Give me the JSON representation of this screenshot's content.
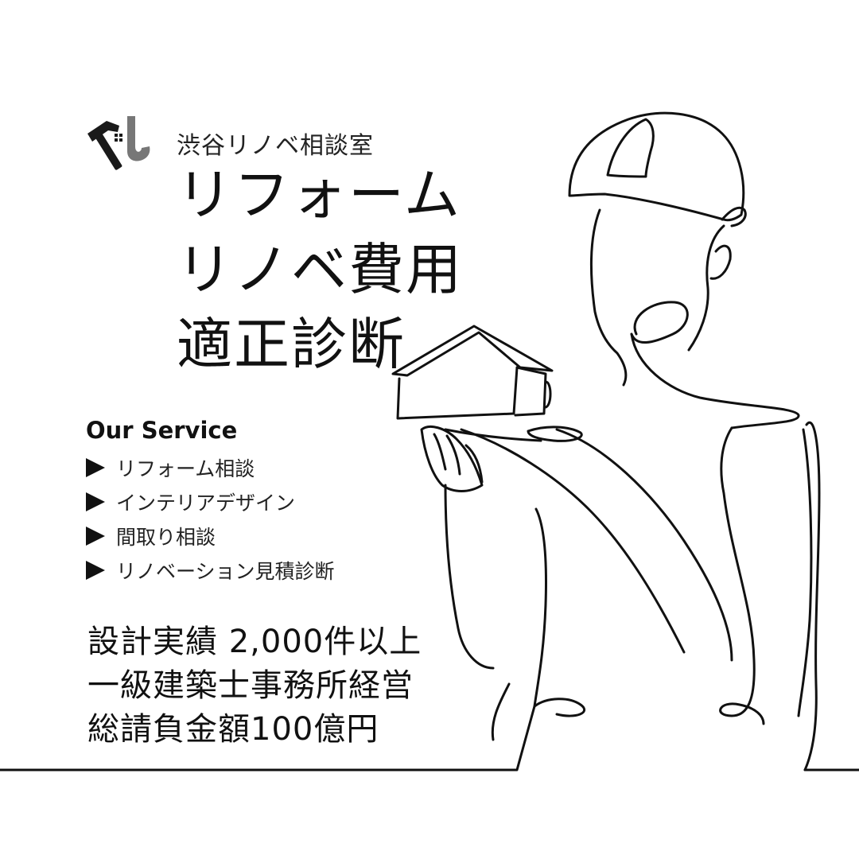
{
  "org_name": "渋谷リノベ相談室",
  "headline": [
    "リフォーム",
    "リノベ費用",
    "適正診断"
  ],
  "service": {
    "title": "Our Service",
    "items": [
      "リフォーム相談",
      "インテリアデザイン",
      "間取り相談",
      "リノベーション見積診断"
    ]
  },
  "facts": [
    "設計実績 2,000件以上",
    "一級建築士事務所経営",
    "総請負金額100億円"
  ],
  "icons": {
    "logo": "hammer-and-house-logo-icon",
    "bullet": "triangle-bullet-icon",
    "illustration": "worker-holding-house-line-art"
  },
  "colors": {
    "ink": "#111111",
    "background": "#ffffff",
    "logo_gray": "#777777"
  }
}
